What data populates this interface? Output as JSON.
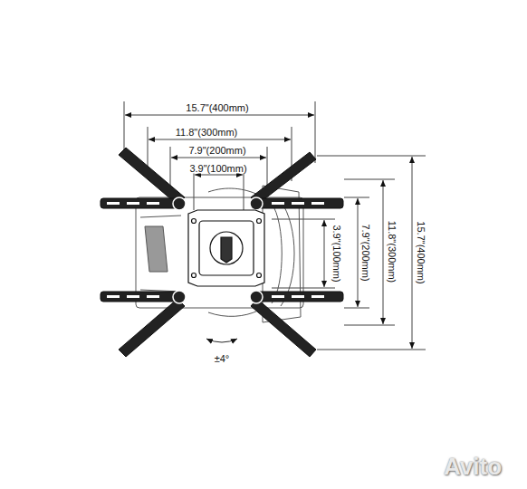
{
  "diagram": {
    "labels": [
      "15.7\"(400mm)",
      "11.8\"(300mm)",
      "7.9\"(200mm)",
      "3.9\"(100mm)",
      "3.9\"(100mm)",
      "7.9\"(200mm)",
      "11.8\"(300mm)",
      "15.7\"(400mm)",
      "±4°",
      "Avito"
    ]
  }
}
